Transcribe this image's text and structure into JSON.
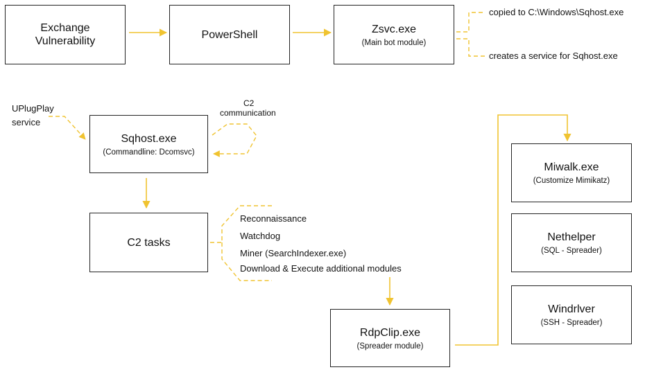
{
  "colors": {
    "accent": "#F0C330",
    "border": "#222222"
  },
  "boxes": {
    "exchange": {
      "title_line1": "Exchange",
      "title_line2": "Vulnerability"
    },
    "powershell": {
      "title": "PowerShell"
    },
    "zsvc": {
      "title": "Zsvc.exe",
      "sub": "(Main bot module)"
    },
    "sqhost": {
      "title": "Sqhost.exe",
      "sub": "(Commandline: Dcomsvc)"
    },
    "c2tasks": {
      "title": "C2 tasks"
    },
    "rdpclip": {
      "title": "RdpClip.exe",
      "sub": "(Spreader module)"
    },
    "miwalk": {
      "title": "Miwalk.exe",
      "sub": "(Customize Mimikatz)"
    },
    "nethelper": {
      "title": "Nethelper",
      "sub": "(SQL - Spreader)"
    },
    "windrlver": {
      "title": "Windrlver",
      "sub": "(SSH - Spreader)"
    }
  },
  "notes": {
    "copied": "copied to C:\\Windows\\Sqhost.exe",
    "creates": "creates a service for Sqhost.exe",
    "uplugplay_line1": "UPlugPlay",
    "uplugplay_line2": "service",
    "c2_line1": "C2",
    "c2_line2": "communication"
  },
  "tasks": [
    "Reconnaissance",
    "Watchdog",
    "Miner (SearchIndexer.exe)",
    "Download & Execute additional modules"
  ]
}
